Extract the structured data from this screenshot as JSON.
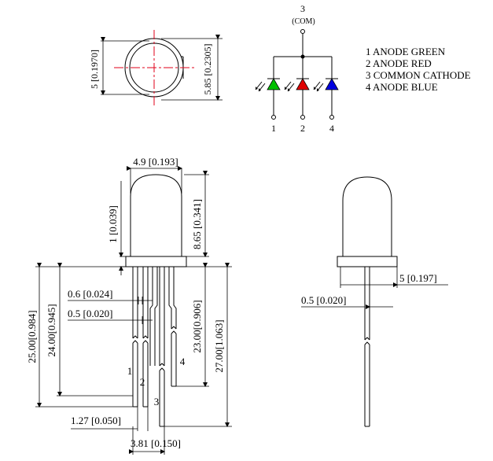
{
  "top_view": {
    "dim_height": "5 [0.1970]",
    "dim_flange": "5.85 [0.2305]"
  },
  "schematic": {
    "com_pin": "3",
    "com_label": "(COM)",
    "pins": [
      "1",
      "2",
      "4"
    ],
    "led_colors": [
      "#00c000",
      "#e00000",
      "#0000e0"
    ],
    "pin_legend": [
      "1 ANODE GREEN",
      "2 ANODE RED",
      "3 COMMON CATHODE",
      "4 ANODE BLUE"
    ]
  },
  "front_view": {
    "dim_body_width": "4.9 [0.193]",
    "dim_flange_height": "1 [0.039]",
    "dim_body_height": "8.65 [0.341]",
    "dim_lead_width_1": "0.6 [0.024]",
    "dim_lead_width_2": "0.5 [0.020]",
    "dim_total_long": "25.00[0.984]",
    "dim_total_mid": "24.00[0.945]",
    "dim_lead_23": "23.00[0.906]",
    "dim_lead_27": "27.00[1.063]",
    "dim_pitch": "1.27 [0.050]",
    "dim_span": "3.81 [0.150]",
    "lead_numbers": [
      "1",
      "2",
      "3",
      "4"
    ]
  },
  "side_view": {
    "dim_flange_offset": "5 [0.197]",
    "dim_lead": "0.5 [0.020]"
  }
}
